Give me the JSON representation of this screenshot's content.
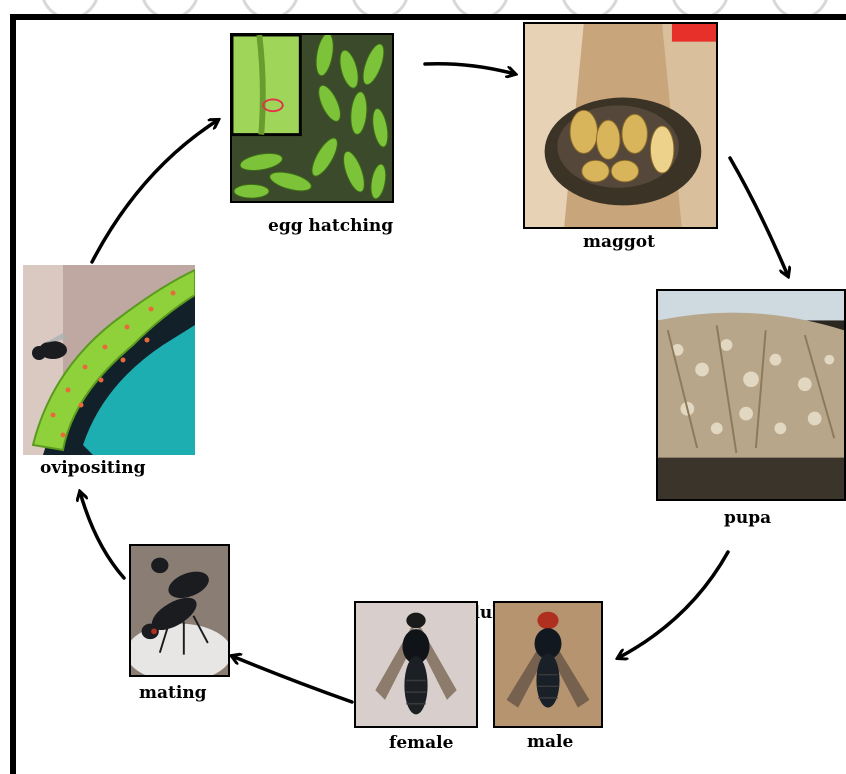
{
  "stages": {
    "egg_hatching": "egg hatching",
    "maggot": "maggot",
    "pupa": "pupa",
    "adult": "adult",
    "female": "female",
    "male": "male",
    "mating": "mating",
    "ovipositing": "ovipositing"
  },
  "colors": {
    "frame": "#000000",
    "arrow": "#000000",
    "caterpillar_green": "#8fd13a",
    "mark_red": "#e0344a"
  }
}
